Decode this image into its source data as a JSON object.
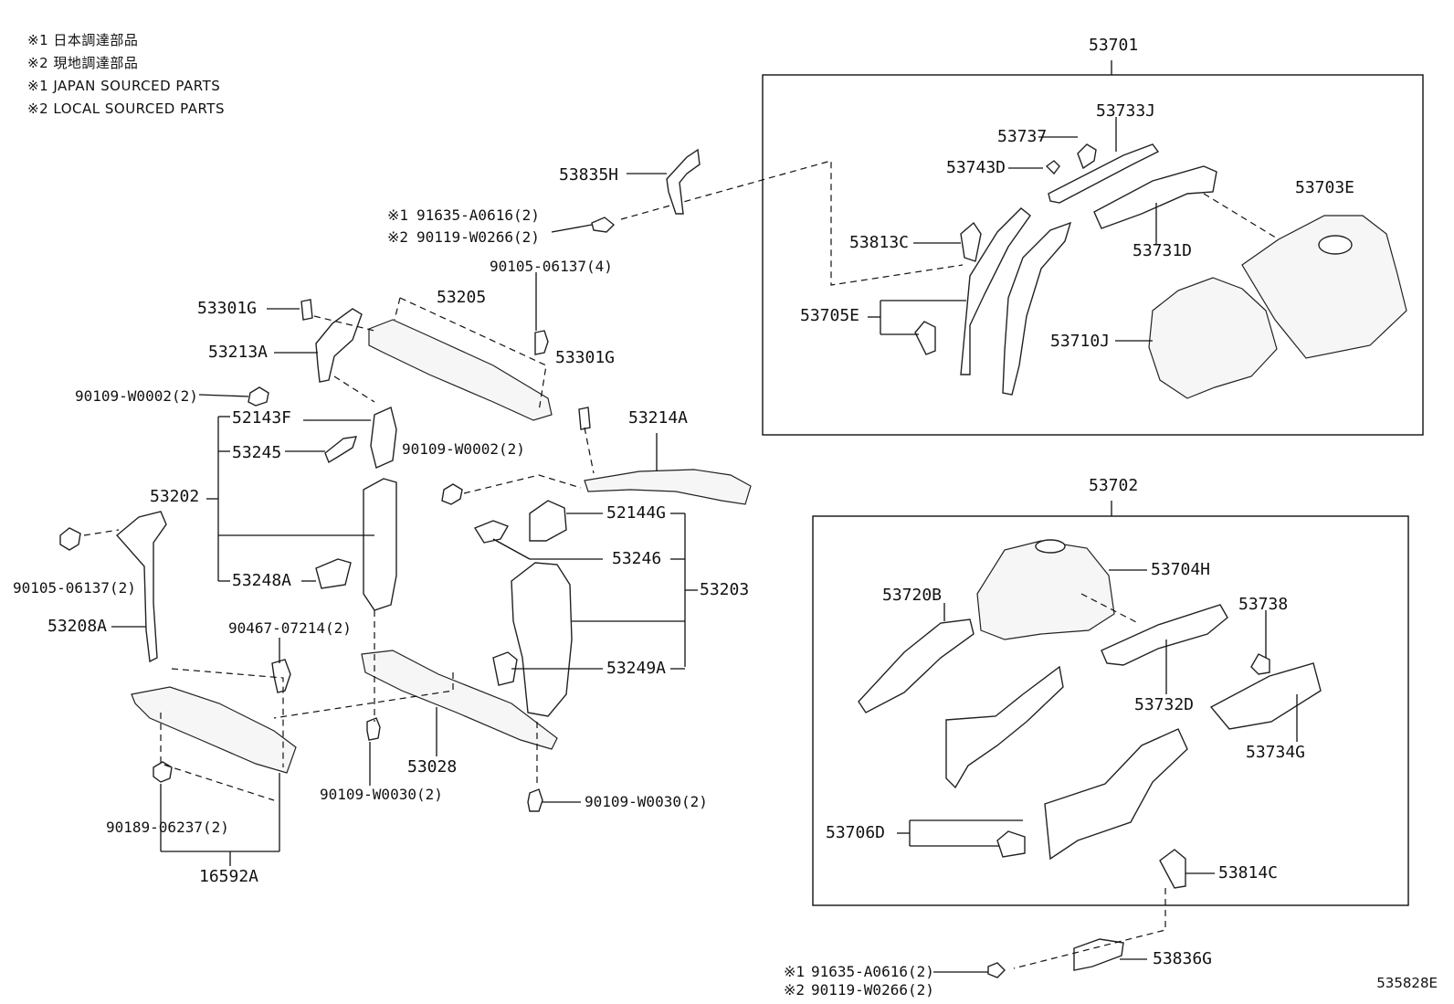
{
  "notes": [
    "※1  日本調達部品",
    "※2  現地調達部品",
    "※1  JAPAN SOURCED PARTS",
    "※2  LOCAL SOURCED PARTS"
  ],
  "labels": {
    "g53701": "53701",
    "g53702": "53702",
    "p53733J": "53733J",
    "p53737": "53737",
    "p53743D": "53743D",
    "p53703E": "53703E",
    "p53813C": "53813C",
    "p53731D": "53731D",
    "p53705E": "53705E",
    "p53710J": "53710J",
    "p53835H": "53835H",
    "b91635_a": "91635-A0616(2)",
    "b90119_a": "90119-W0266(2)",
    "b90105_4": "90105-06137(4)",
    "p53301G_a": "53301G",
    "p53205": "53205",
    "p53213A": "53213A",
    "p53301G_b": "53301G",
    "b90109_w0002_a": "90109-W0002(2)",
    "p52143F": "52143F",
    "p53214A": "53214A",
    "p53245": "53245",
    "b90109_w0002_b": "90109-W0002(2)",
    "p53202": "53202",
    "p52144G": "52144G",
    "b90105_2": "90105-06137(2)",
    "p53246": "53246",
    "p53248A": "53248A",
    "p53203": "53203",
    "p53208A": "53208A",
    "b90467": "90467-07214(2)",
    "p53249A": "53249A",
    "p53028": "53028",
    "b90109_w0030_a": "90109-W0030(2)",
    "b90109_w0030_b": "90109-W0030(2)",
    "b90189": "90189-06237(2)",
    "p16592A": "16592A",
    "p53704H": "53704H",
    "p53720B": "53720B",
    "p53738": "53738",
    "p53732D": "53732D",
    "p53734G": "53734G",
    "p53706D": "53706D",
    "p53814C": "53814C",
    "p53836G": "53836G",
    "b91635_b": "91635-A0616(2)",
    "b90119_b": "90119-W0266(2)",
    "mark1": "※1",
    "mark2": "※2"
  },
  "ref_code": "535828E"
}
